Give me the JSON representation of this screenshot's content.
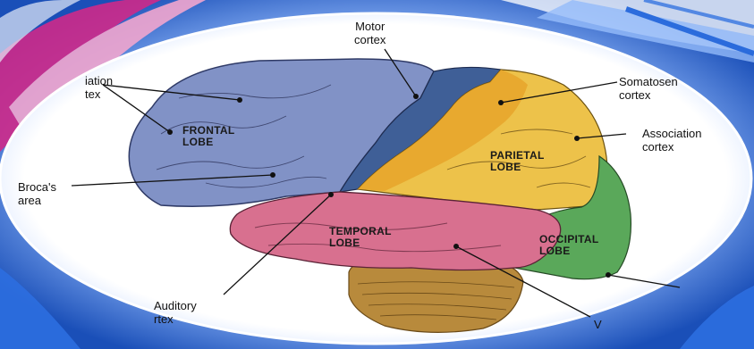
{
  "lobes": {
    "frontal": "FRONTAL\nLOBE",
    "parietal": "PARIETAL\nLOBE",
    "temporal": "TEMPORAL\nLOBE",
    "occipital": "OCCIPITAL\nLOBE"
  },
  "labels": {
    "motor_cortex": "Motor\ncortex",
    "somatosensory_cortex": "Somatosen\ncortex",
    "association_cortex_right": "Association\ncortex",
    "association_cortex_left": "iation\ntex",
    "brocas_area": "Broca's\narea",
    "auditory_cortex": "Auditory\nrtex",
    "visual_cortex_fragment": "V"
  },
  "colors": {
    "frontal": "#8192c6",
    "motor": "#3f5f97",
    "parietal": "#edc24a",
    "somatosensory": "#e6a52a",
    "temporal": "#d8708f",
    "occipital": "#5aa85a",
    "cerebellum": "#b88a3c",
    "background_blue": "#1a4fb8"
  }
}
